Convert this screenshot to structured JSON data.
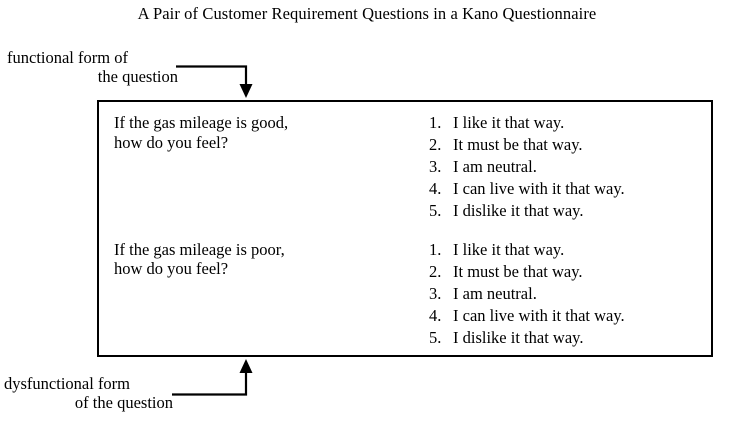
{
  "title": "A Pair of Customer Requirement Questions in a Kano Questionnaire",
  "annotations": {
    "functional": {
      "line1": "functional form of",
      "line2": "the question"
    },
    "dysfunctional": {
      "line1": "dysfunctional form",
      "line2": "of the question"
    }
  },
  "table": {
    "rows": [
      {
        "question": {
          "line1": "If the gas mileage is good,",
          "line2": "how do you feel?"
        },
        "answers": [
          {
            "num": "1.",
            "text": "I like it that way."
          },
          {
            "num": "2.",
            "text": "It must be that way."
          },
          {
            "num": "3.",
            "text": "I am neutral."
          },
          {
            "num": "4.",
            "text": "I can live with it that way."
          },
          {
            "num": "5.",
            "text": "I dislike it that way."
          }
        ]
      },
      {
        "question": {
          "line1": "If the gas mileage is poor,",
          "line2": "how do you feel?"
        },
        "answers": [
          {
            "num": "1.",
            "text": "I like it that way."
          },
          {
            "num": "2.",
            "text": "It must be that way."
          },
          {
            "num": "3.",
            "text": "I am neutral."
          },
          {
            "num": "4.",
            "text": "I can live with it that way."
          },
          {
            "num": "5.",
            "text": "I dislike it that way."
          }
        ]
      }
    ]
  },
  "colors": {
    "ink": "#000000",
    "background": "#ffffff",
    "border": "#000000"
  }
}
